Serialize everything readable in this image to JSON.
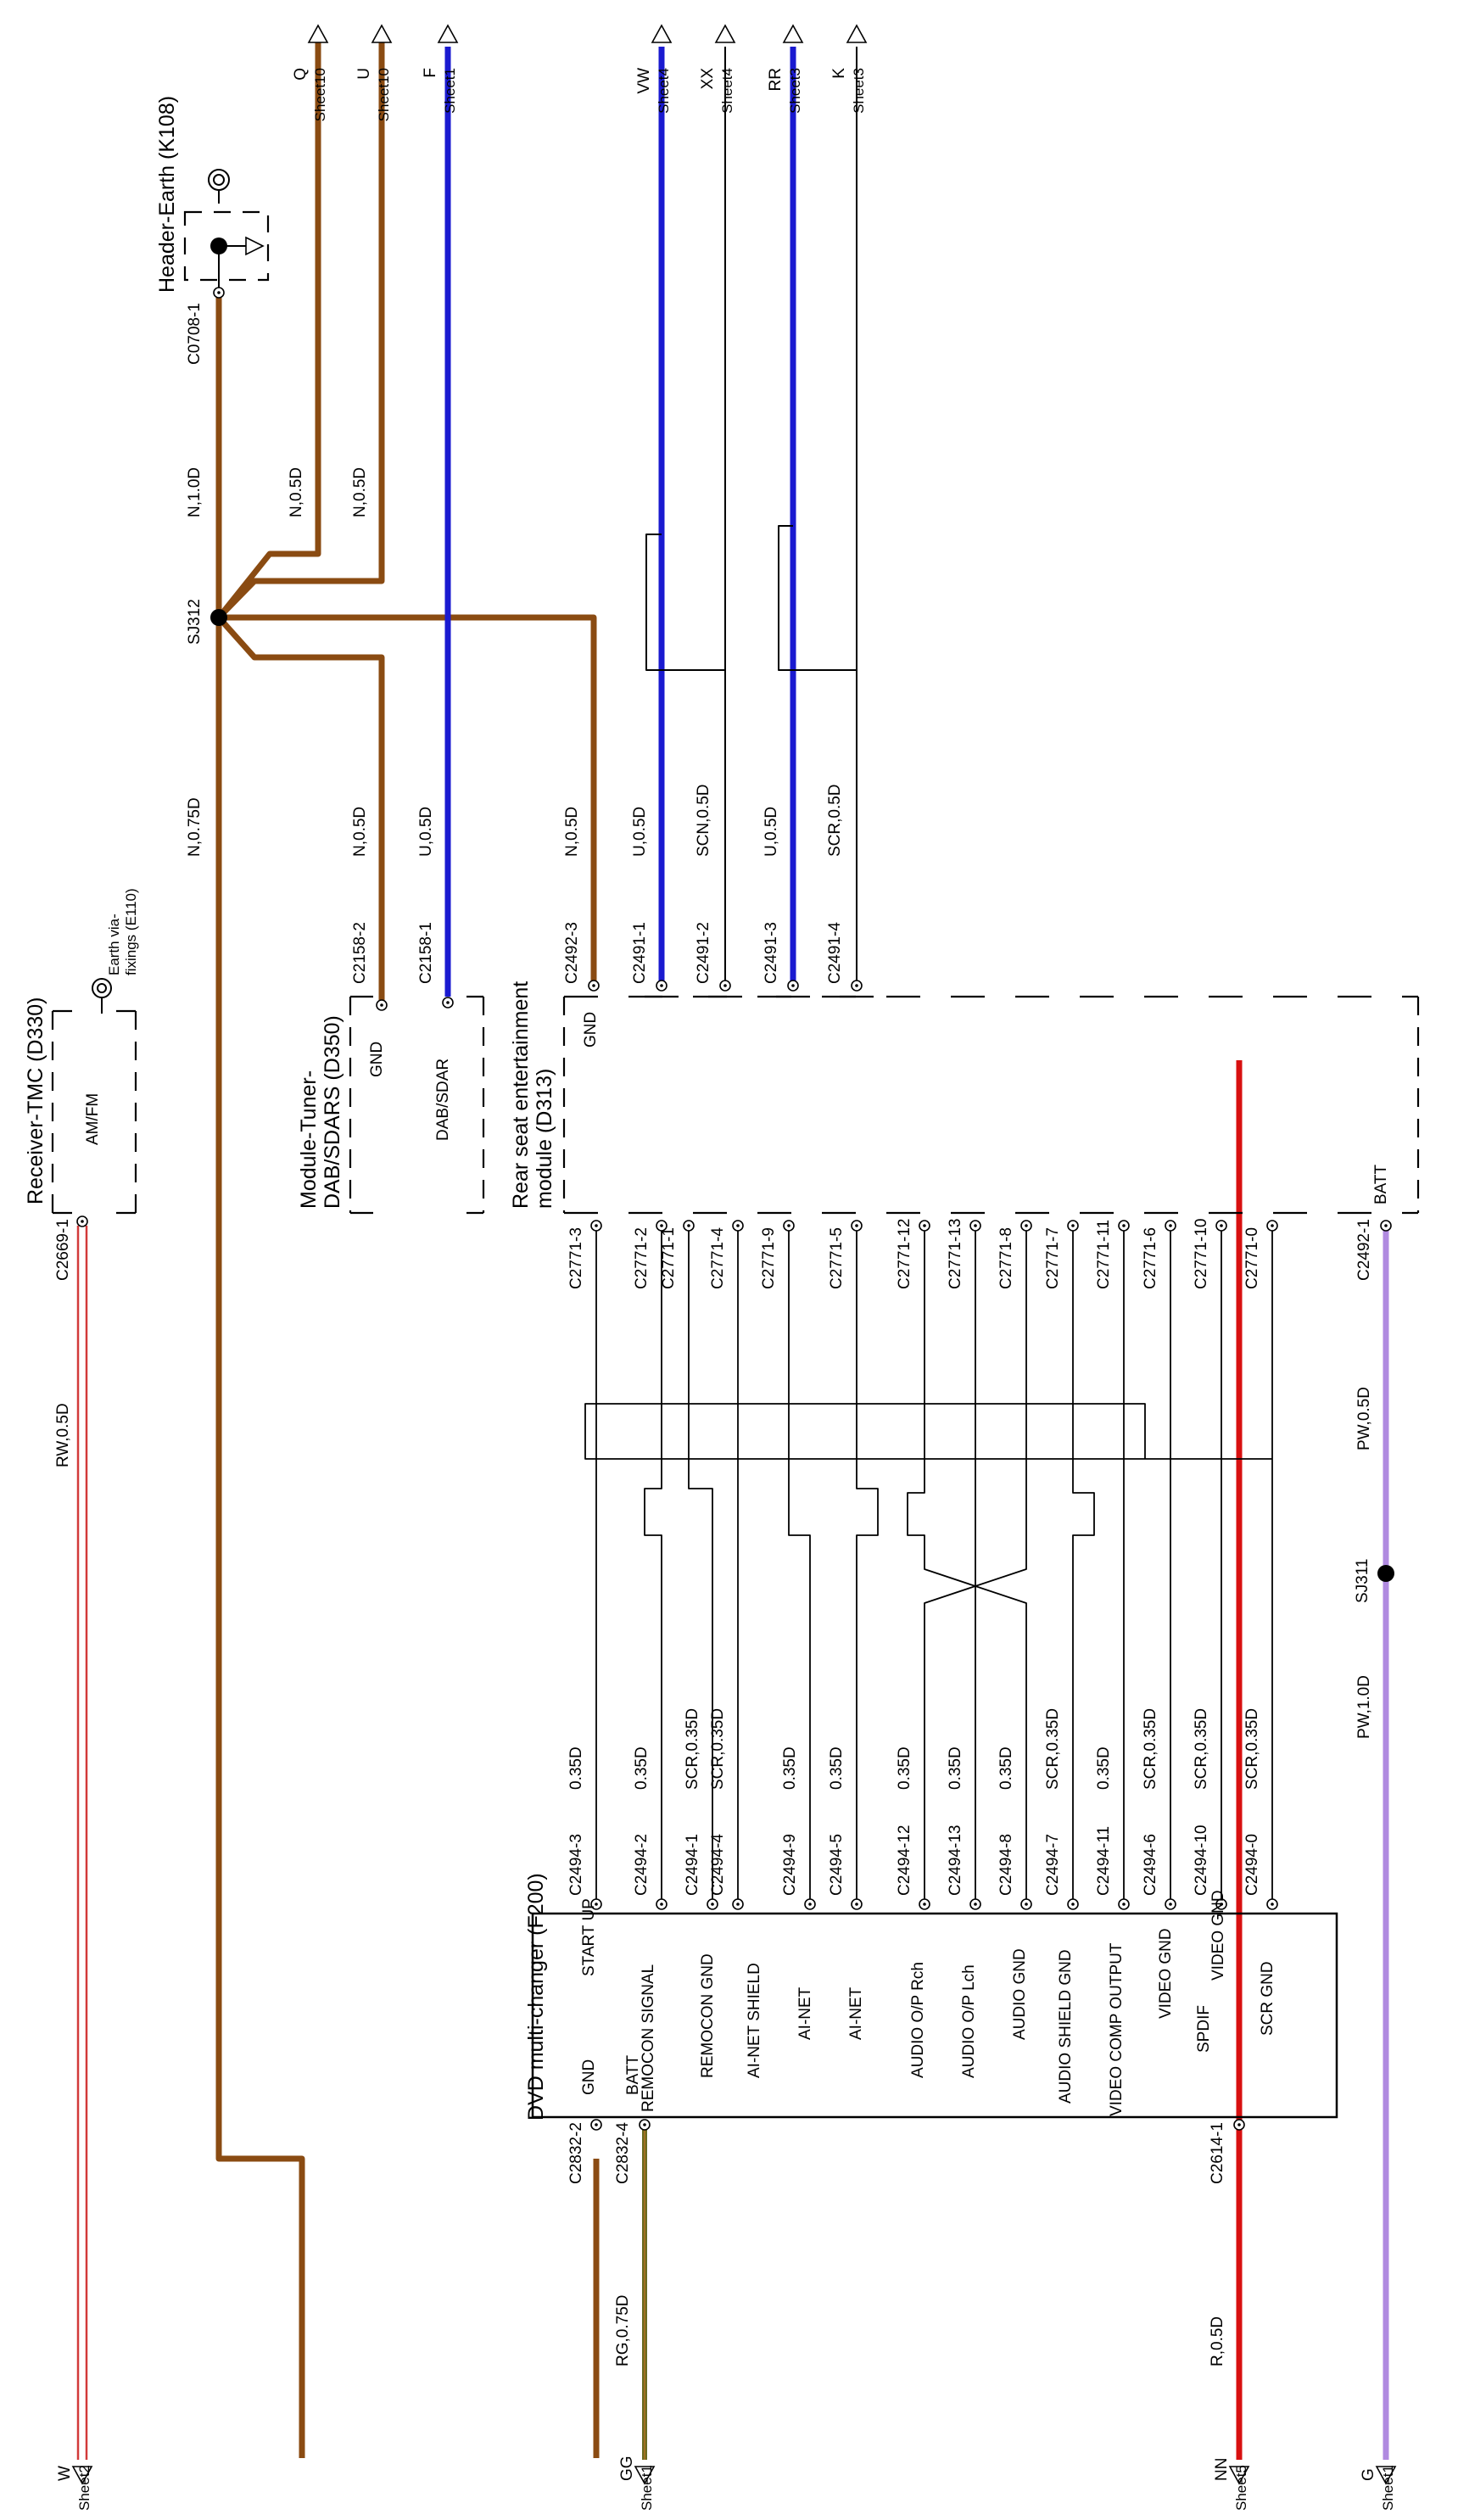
{
  "colors": {
    "brown": "#8a4b12",
    "blue": "#1a1ad0",
    "red": "#d81010",
    "red_light": "#d23a3a",
    "purple": "#b08ae0",
    "green_brown": "#6a6a20",
    "black": "#000000"
  },
  "modules": {
    "receiver": {
      "title": "Receiver-TMC (D330)",
      "pin": "AM/FM",
      "earth_note": "Earth via-\nfixings (E110)"
    },
    "tuner": {
      "title": "Module-Tuner-\nDAB/SDARS (D350)",
      "pins": [
        "GND",
        "DAB/SDAR"
      ]
    },
    "rse": {
      "title": "Rear seat entertainment\nmodule (D313)",
      "pins": [
        "GND",
        "BATT"
      ]
    },
    "dvd": {
      "title": "DVD multi-changer (F200)"
    },
    "header_earth": {
      "title": "Header-Earth (K108)"
    }
  },
  "splices": {
    "sj312": "SJ312",
    "sj311": "SJ311"
  },
  "dvd_pins": [
    {
      "id": "gnd",
      "text": "GND"
    },
    {
      "id": "start-up",
      "text": "START UP"
    },
    {
      "id": "batt",
      "text": "BATT"
    },
    {
      "id": "remocon-signal",
      "text": "REMOCON SIGNAL"
    },
    {
      "id": "remocon-gnd",
      "text": "REMOCON GND"
    },
    {
      "id": "ai-net-shield",
      "text": "AI-NET SHIELD"
    },
    {
      "id": "ai-net-1",
      "text": "AI-NET"
    },
    {
      "id": "ai-net-2",
      "text": "AI-NET"
    },
    {
      "id": "audio-op-rch",
      "text": "AUDIO O/P Rch"
    },
    {
      "id": "audio-op-lch",
      "text": "AUDIO O/P Lch"
    },
    {
      "id": "audio-gnd",
      "text": "AUDIO GND"
    },
    {
      "id": "audio-shield-gnd",
      "text": "AUDIO SHIELD GND"
    },
    {
      "id": "video-comp-output",
      "text": "VIDEO COMP OUTPUT"
    },
    {
      "id": "video-gnd-1",
      "text": "VIDEO GND"
    },
    {
      "id": "spdif",
      "text": "SPDIF"
    },
    {
      "id": "video-gnd-2",
      "text": "VIDEO GND"
    },
    {
      "id": "scr-gnd",
      "text": "SCR GND"
    }
  ],
  "connectors": {
    "c2669_1": "C2669-1",
    "c0708_1": "C0708-1",
    "c2158_2": "C2158-2",
    "c2158_1": "C2158-1",
    "c2492_3": "C2492-3",
    "c2491_1": "C2491-1",
    "c2491_2": "C2491-2",
    "c2491_3": "C2491-3",
    "c2491_4": "C2491-4",
    "c2492_1": "C2492-1",
    "c2832_2": "C2832-2",
    "c2832_4": "C2832-4",
    "c2614_1": "C2614-1",
    "c2771": [
      "C2771-3",
      "C2771-2",
      "C2771-1",
      "C2771-4",
      "C2771-9",
      "C2771-5",
      "C2771-12",
      "C2771-13",
      "C2771-8",
      "C2771-7",
      "C2771-11",
      "C2771-6",
      "C2771-10",
      "C2771-0"
    ],
    "c2494": [
      "C2494-3",
      "C2494-2",
      "C2494-1",
      "C2494-4",
      "C2494-9",
      "C2494-5",
      "C2494-12",
      "C2494-13",
      "C2494-8",
      "C2494-7",
      "C2494-11",
      "C2494-6",
      "C2494-10",
      "C2494-0"
    ]
  },
  "wires": {
    "rw_05d": "RW,0.5D",
    "n_10d": "N,1.0D",
    "n_05d": "N,0.5D",
    "n_075d": "N,0.75D",
    "u_05d": "U,0.5D",
    "scn_05d": "SCN,0.5D",
    "scr_05d": "SCR,0.5D",
    "pw_05d": "PW,0.5D",
    "pw_10d": "PW,1.0D",
    "rg_075d": "RG,0.75D",
    "r_05d": "R,0.5D",
    "dvd_side": [
      "0.35D",
      "0.35D",
      "SCR,0.35D",
      "SCR,0.35D",
      "0.35D",
      "0.35D",
      "0.35D",
      "0.35D",
      "0.35D",
      "SCR,0.35D",
      "0.35D",
      "SCR,0.35D",
      "SCR,0.35D",
      "SCR,0.35D"
    ]
  },
  "offsheet": {
    "top": [
      {
        "letter": "Q",
        "sheet": "Sheet10"
      },
      {
        "letter": "U",
        "sheet": "Sheet10"
      },
      {
        "letter": "F",
        "sheet": "Sheet1"
      },
      {
        "letter": "VW",
        "sheet": "Sheet4"
      },
      {
        "letter": "XX",
        "sheet": "Sheet4"
      },
      {
        "letter": "RR",
        "sheet": "Sheet3"
      },
      {
        "letter": "K",
        "sheet": "Sheet3"
      }
    ],
    "bottom": [
      {
        "letter": "W",
        "sheet": "Sheet2"
      },
      {
        "letter": "GG",
        "sheet": "Sheet1"
      },
      {
        "letter": "NN",
        "sheet": "Sheet5"
      },
      {
        "letter": "G",
        "sheet": "Sheet1"
      }
    ]
  }
}
